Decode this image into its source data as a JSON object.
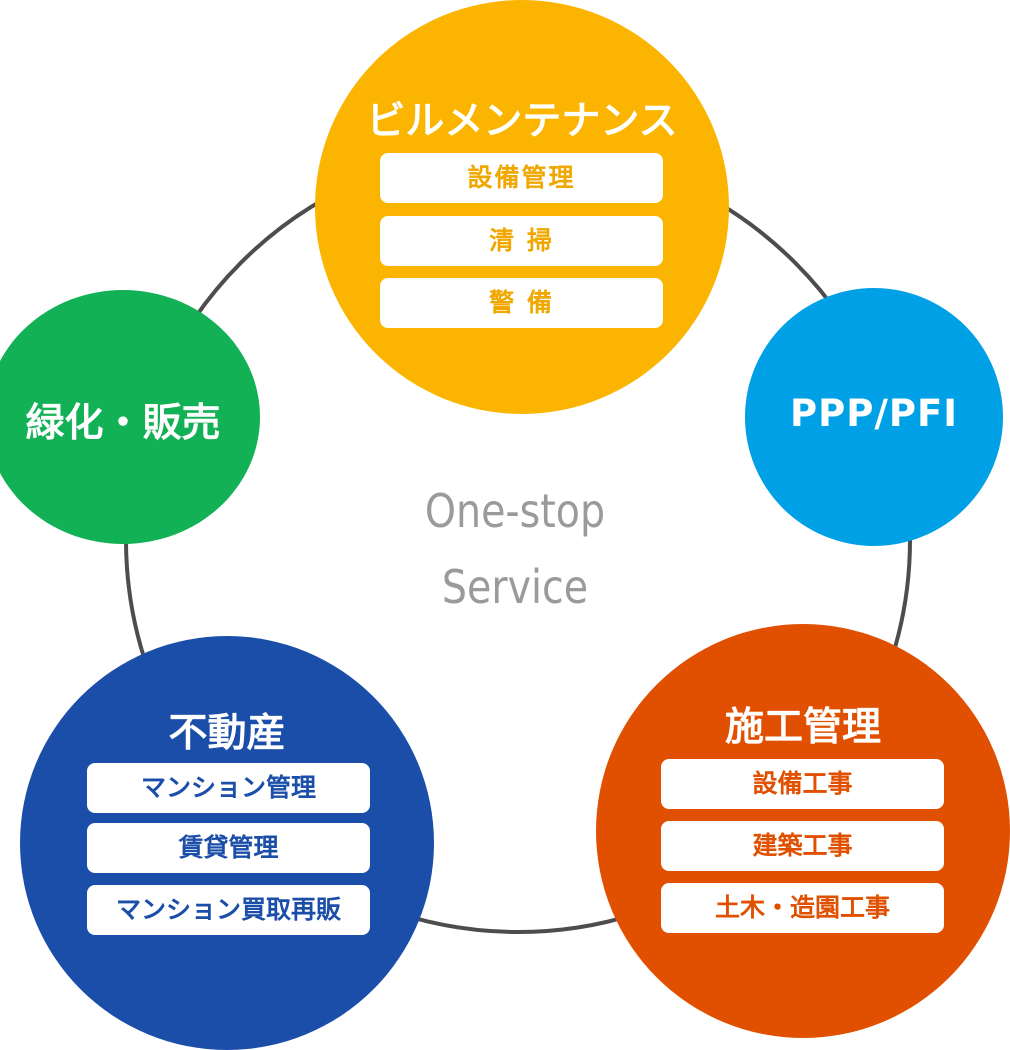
{
  "center": {
    "line1": "One-stop",
    "line2": "Service"
  },
  "nodes": {
    "building_maintenance": {
      "title": "ビルメンテナンス",
      "color": "#FBB500",
      "items": [
        "設備管理",
        "清 掃",
        "警 備"
      ]
    },
    "greening_sales": {
      "title": "緑化・販売",
      "color": "#12B155"
    },
    "ppp_pfi": {
      "title": "PPP/PFI",
      "color": "#00A0E6"
    },
    "real_estate": {
      "title": "不動産",
      "color": "#1B4EA9",
      "items": [
        "マンション管理",
        "賃貸管理",
        "マンション買取再販"
      ]
    },
    "construction_management": {
      "title": "施工管理",
      "color": "#E05000",
      "items": [
        "設備工事",
        "建築工事",
        "土木・造園工事"
      ]
    }
  },
  "ring_color": "#4d4d4d"
}
